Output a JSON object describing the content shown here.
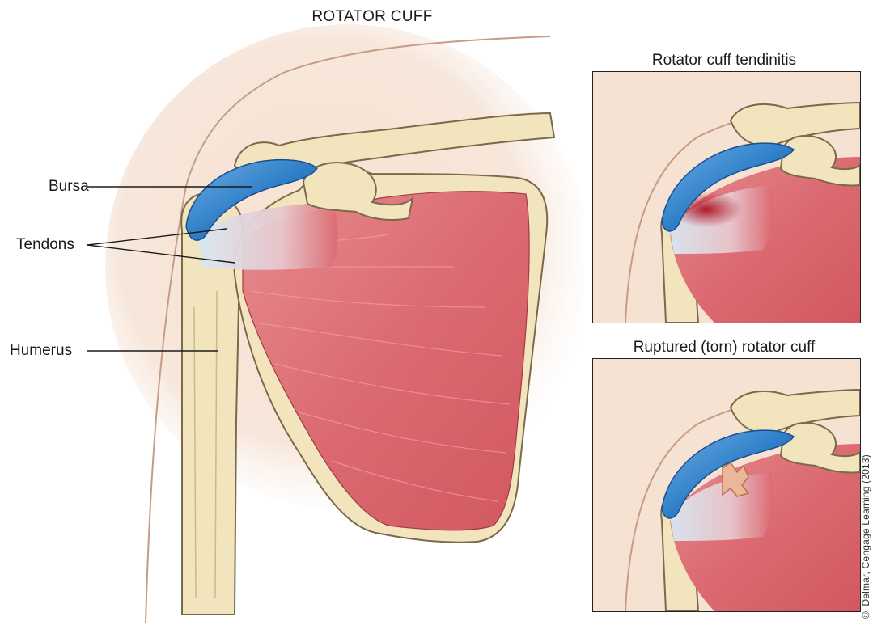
{
  "title": "ROTATOR CUFF",
  "labels": {
    "bursa": "Bursa",
    "tendons": "Tendons",
    "humerus": "Humerus"
  },
  "panels": {
    "top": "Rotator cuff tendinitis",
    "bottom": "Ruptured (torn) rotator cuff"
  },
  "credit": "© Delmar, Cengage Learning (2013)",
  "colors": {
    "skin": "#f6e2d3",
    "skin_outline": "#c79c86",
    "bone": "#f2e4bd",
    "bone_outline": "#7a6a4a",
    "muscle": "#d9606a",
    "muscle_light": "#e88a8f",
    "tendon": "#cfe0ee",
    "bursa": "#2f7fc8",
    "bursa_dark": "#1a4f8e",
    "inflammation": "#b0192a",
    "tear": "#c46a4a"
  }
}
